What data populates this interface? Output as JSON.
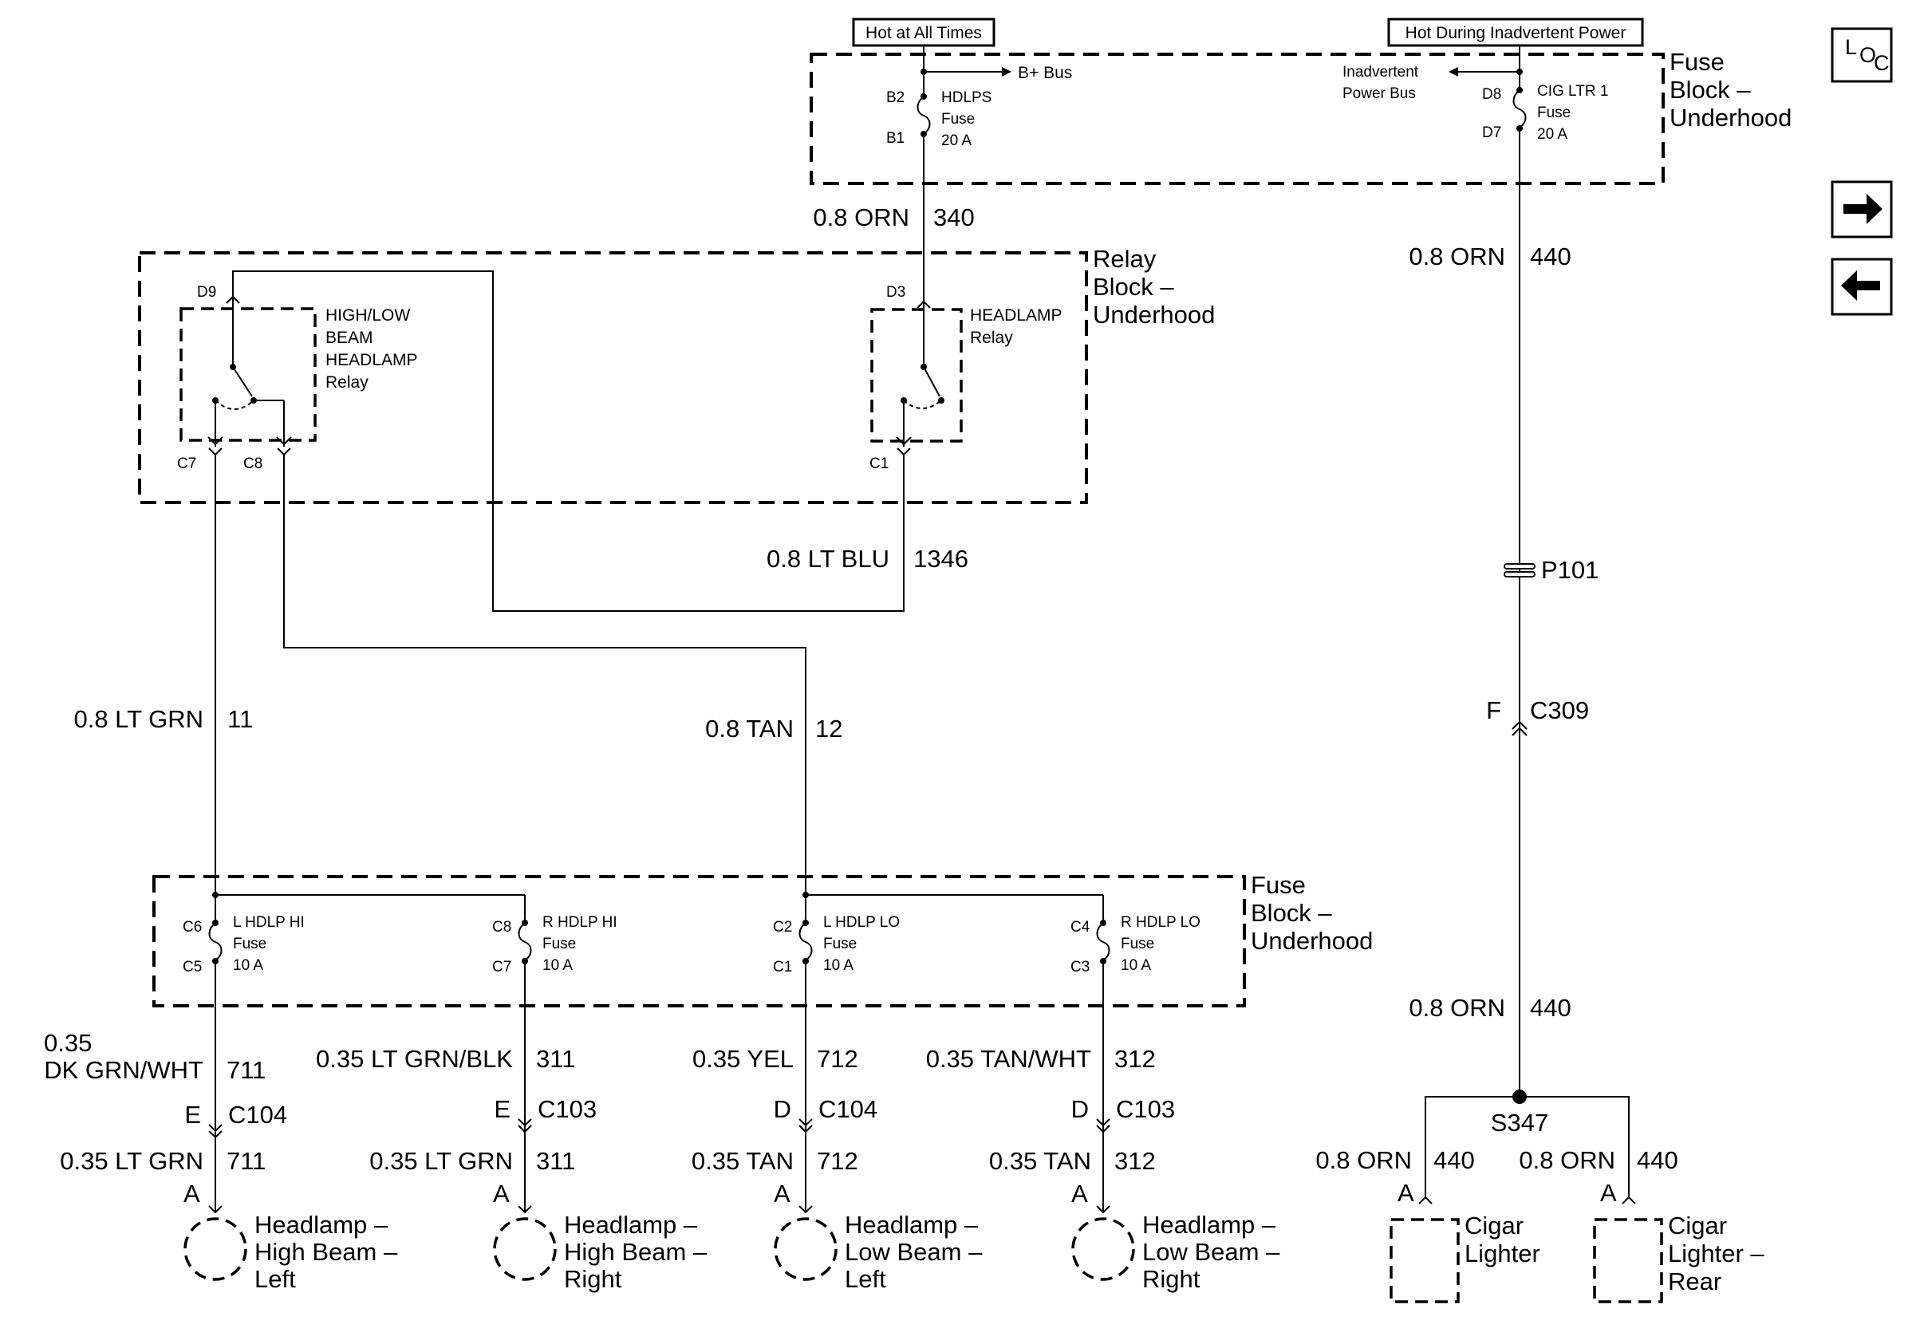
{
  "labels": {
    "hot_all_times": "Hot at All Times",
    "hot_inadvertent": "Hot During Inadvertent Power",
    "fuse_block_top": [
      "Fuse",
      "Block –",
      "Underhood"
    ],
    "relay_block": [
      "Relay",
      "Block –",
      "Underhood"
    ],
    "fuse_block_bottom": [
      "Fuse",
      "Block –",
      "Underhood"
    ],
    "bplus_bus": "B+ Bus",
    "inadvertent_bus": [
      "Inadvertent",
      "Power Bus"
    ],
    "hdlps_fuse": [
      "HDLPS",
      "Fuse",
      "20 A"
    ],
    "cig_fuse": [
      "CIG LTR 1",
      "Fuse",
      "20 A"
    ],
    "pin_b2": "B2",
    "pin_b1": "B1",
    "pin_d8": "D8",
    "pin_d7": "D7",
    "hl_relay": [
      "HIGH/LOW",
      "BEAM",
      "HEADLAMP",
      "Relay"
    ],
    "hd_relay": [
      "HEADLAMP",
      "Relay"
    ],
    "pin_d9": "D9",
    "pin_d3": "D3",
    "pin_c7": "C7",
    "pin_c8": "C8",
    "pin_c1": "C1",
    "wire_340": [
      "0.8 ORN",
      "340"
    ],
    "wire_440_top": [
      "0.8 ORN",
      "440"
    ],
    "wire_1346": [
      "0.8 LT BLU",
      "1346"
    ],
    "wire_11": [
      "0.8 LT GRN",
      "11"
    ],
    "wire_12": [
      "0.8 TAN",
      "12"
    ],
    "p101": "P101",
    "c309": [
      "F",
      "C309"
    ],
    "wire_440_bottom": [
      "0.8 ORN",
      "440"
    ],
    "fuses": [
      {
        "in": "C6",
        "out": "C5",
        "lines": [
          "L HDLP HI",
          "Fuse",
          "10 A"
        ]
      },
      {
        "in": "C8",
        "out": "C7",
        "lines": [
          "R HDLP HI",
          "Fuse",
          "10 A"
        ]
      },
      {
        "in": "C2",
        "out": "C1",
        "lines": [
          "L HDLP LO",
          "Fuse",
          "10 A"
        ]
      },
      {
        "in": "C4",
        "out": "C3",
        "lines": [
          "R HDLP LO",
          "Fuse",
          "10 A"
        ]
      }
    ],
    "upper_wires": [
      {
        "gauge": [
          "0.35",
          "DK GRN/WHT"
        ],
        "circuit": "711"
      },
      {
        "gauge": [
          "0.35 LT GRN/BLK"
        ],
        "circuit": "311"
      },
      {
        "gauge": [
          "0.35 YEL"
        ],
        "circuit": "712"
      },
      {
        "gauge": [
          "0.35 TAN/WHT"
        ],
        "circuit": "312"
      }
    ],
    "connectors": [
      {
        "pin": "E",
        "name": "C104"
      },
      {
        "pin": "E",
        "name": "C103"
      },
      {
        "pin": "D",
        "name": "C104"
      },
      {
        "pin": "D",
        "name": "C103"
      }
    ],
    "lower_wires": [
      {
        "gauge": "0.35 LT GRN",
        "circuit": "711"
      },
      {
        "gauge": "0.35 LT GRN",
        "circuit": "311"
      },
      {
        "gauge": "0.35 TAN",
        "circuit": "712"
      },
      {
        "gauge": "0.35 TAN",
        "circuit": "312"
      }
    ],
    "lamps": [
      {
        "pin": "A",
        "lines": [
          "Headlamp –",
          "High Beam –",
          "Left"
        ]
      },
      {
        "pin": "A",
        "lines": [
          "Headlamp –",
          "High Beam –",
          "Right"
        ]
      },
      {
        "pin": "A",
        "lines": [
          "Headlamp –",
          "Low Beam –",
          "Left"
        ]
      },
      {
        "pin": "A",
        "lines": [
          "Headlamp –",
          "Low Beam –",
          "Right"
        ]
      }
    ],
    "s347": "S347",
    "lighter_wires": [
      {
        "gauge": "0.8 ORN",
        "circuit": "440"
      },
      {
        "gauge": "0.8 ORN",
        "circuit": "440"
      }
    ],
    "lighters": [
      {
        "pin": "A",
        "lines": [
          "Cigar",
          "Lighter"
        ]
      },
      {
        "pin": "A",
        "lines": [
          "Cigar",
          "Lighter –",
          "Rear"
        ]
      }
    ],
    "loc_icon": [
      "L",
      "O",
      "C"
    ]
  },
  "icons": {
    "loc": "loc-icon",
    "next": "arrow-right-icon",
    "prev": "arrow-left-icon"
  }
}
